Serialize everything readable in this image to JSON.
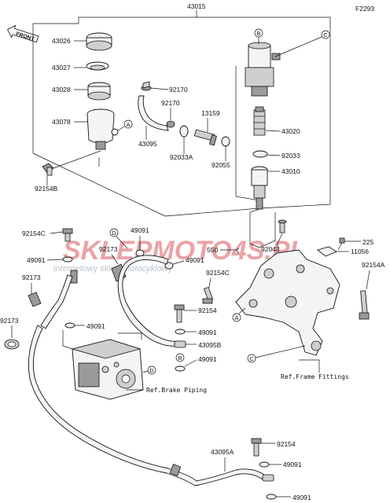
{
  "diagram": {
    "figure_id": "F2293",
    "front_label": "FRONT",
    "main_assembly": "43015",
    "parts": [
      {
        "id": "p43026",
        "label": "43026"
      },
      {
        "id": "p43027",
        "label": "43027"
      },
      {
        "id": "p43028",
        "label": "43028"
      },
      {
        "id": "p43078",
        "label": "43078"
      },
      {
        "id": "p92154B",
        "label": "92154B"
      },
      {
        "id": "p92170a",
        "label": "92170"
      },
      {
        "id": "p92170b",
        "label": "92170"
      },
      {
        "id": "p43095",
        "label": "43095"
      },
      {
        "id": "p92033A",
        "label": "92033A"
      },
      {
        "id": "p13159",
        "label": "13159"
      },
      {
        "id": "p92055",
        "label": "92055"
      },
      {
        "id": "p43020",
        "label": "43020"
      },
      {
        "id": "p92033",
        "label": "92033"
      },
      {
        "id": "p43010",
        "label": "43010"
      },
      {
        "id": "p550",
        "label": "550"
      },
      {
        "id": "p92043",
        "label": "92043"
      },
      {
        "id": "p225",
        "label": "225"
      },
      {
        "id": "p11056",
        "label": "11056"
      },
      {
        "id": "p92154A",
        "label": "92154A"
      },
      {
        "id": "p92154C1",
        "label": "92154C"
      },
      {
        "id": "p49091a",
        "label": "49091"
      },
      {
        "id": "p92173a",
        "label": "92173"
      },
      {
        "id": "p92173b",
        "label": "92173"
      },
      {
        "id": "p92173c",
        "label": "92173"
      },
      {
        "id": "p49091b",
        "label": "49091"
      },
      {
        "id": "p49091c",
        "label": "49091"
      },
      {
        "id": "p49091d",
        "label": "49091"
      },
      {
        "id": "p92154C2",
        "label": "92154C"
      },
      {
        "id": "p92154a",
        "label": "92154"
      },
      {
        "id": "p49091e",
        "label": "49091"
      },
      {
        "id": "p43095B",
        "label": "43095B"
      },
      {
        "id": "p49091f",
        "label": "49091"
      },
      {
        "id": "p43095A",
        "label": "43095A"
      },
      {
        "id": "p92154b",
        "label": "92154"
      },
      {
        "id": "p49091g",
        "label": "49091"
      },
      {
        "id": "p49091h",
        "label": "49091"
      }
    ],
    "callouts": {
      "A": "A",
      "B": "B",
      "C": "C",
      "D": "D"
    },
    "ref_frame": "Ref.Frame Fittings",
    "ref_brake": "Ref.Brake Piping",
    "watermark": "SKLEPMOTO4S.PL",
    "watermark_sub": "internetowy sklep motocyklowy",
    "colors": {
      "watermark": "#d9585e",
      "line": "#111111"
    }
  }
}
